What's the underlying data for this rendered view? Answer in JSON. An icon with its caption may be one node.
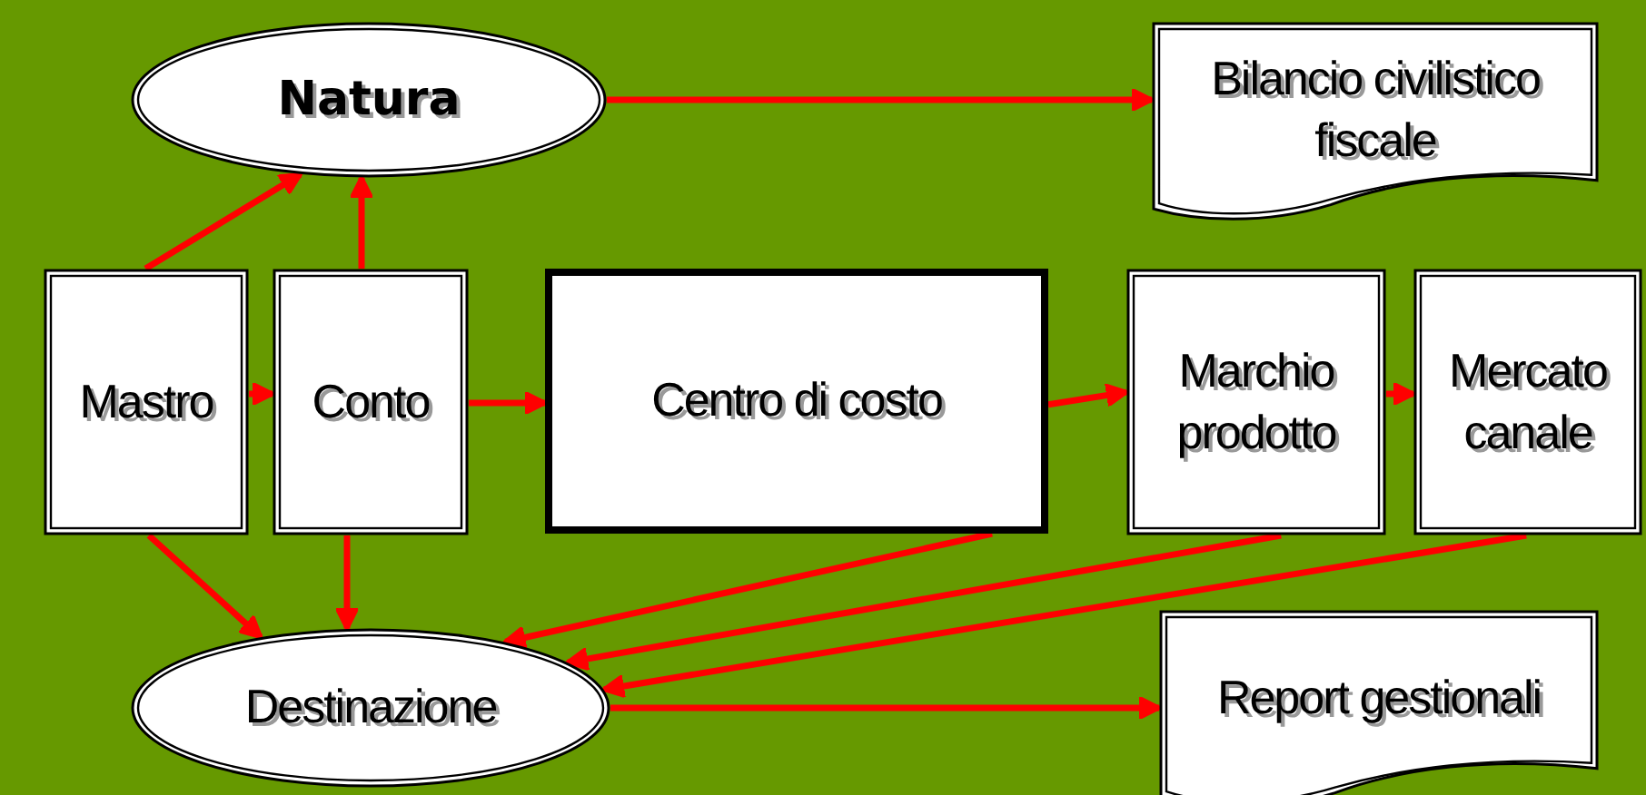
{
  "diagram": {
    "nodes": [
      {
        "text": [
          "Natura"
        ]
      },
      {
        "text": [
          "Bilancio civilistico fiscale"
        ]
      },
      {
        "text": [
          "Mastro"
        ]
      },
      {
        "text": [
          "Conto"
        ]
      },
      {
        "text": [
          "Centro di costo"
        ]
      },
      {
        "text": [
          "Marchio prodotto"
        ]
      },
      {
        "text": [
          "Mercato canale"
        ]
      },
      {
        "text": [
          "Destinazione"
        ]
      },
      {
        "text": [
          "Report gestionali"
        ]
      }
    ],
    "edges": [
      {
        "from": 0,
        "to": 1,
        "arrow": "to"
      },
      {
        "from": 2,
        "to": 0,
        "arrow": "to"
      },
      {
        "from": 3,
        "to": 0,
        "arrow": "to"
      },
      {
        "from": 2,
        "to": 3,
        "arrow": "to"
      },
      {
        "from": 3,
        "to": 4,
        "arrow": "to"
      },
      {
        "from": 4,
        "to": 5,
        "arrow": "to"
      },
      {
        "from": 5,
        "to": 6,
        "arrow": "to"
      },
      {
        "from": 2,
        "to": 7,
        "arrow": "to"
      },
      {
        "from": 3,
        "to": 7,
        "arrow": "to"
      },
      {
        "from": 4,
        "to": 7,
        "arrow": "to"
      },
      {
        "from": 5,
        "to": 7,
        "arrow": "to"
      },
      {
        "from": 6,
        "to": 7,
        "arrow": "to"
      },
      {
        "from": 7,
        "to": 8,
        "arrow": "to"
      }
    ]
  }
}
